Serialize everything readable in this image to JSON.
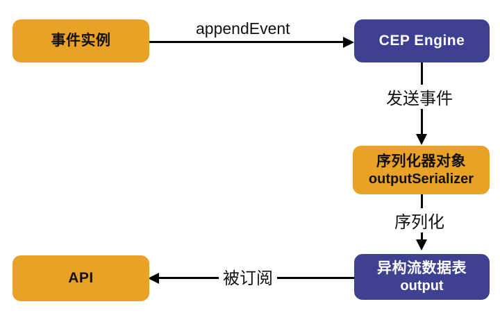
{
  "diagram": {
    "title": "CEP Engine event serialization flow",
    "background": "#ffffff",
    "colors": {
      "orange": "#e9a126",
      "blue": "#3e4191",
      "edge": "#000000",
      "orange_text": "#111111",
      "blue_text": "#ffffff"
    },
    "nodes": [
      {
        "id": "event-instance",
        "shape": "rounded-rectangle",
        "fill": "orange",
        "line1": "事件实例",
        "line2": ""
      },
      {
        "id": "cep-engine",
        "shape": "rounded-rectangle",
        "fill": "blue",
        "line1": "CEP Engine",
        "line2": ""
      },
      {
        "id": "output-serializer",
        "shape": "rounded-rectangle",
        "fill": "orange",
        "line1": "序列化器对象",
        "line2": "outputSerializer"
      },
      {
        "id": "output-table",
        "shape": "rounded-rectangle",
        "fill": "blue",
        "line1": "异构流数据表",
        "line2": "output"
      },
      {
        "id": "api",
        "shape": "rounded-rectangle",
        "fill": "orange",
        "line1": "API",
        "line2": ""
      }
    ],
    "edges": [
      {
        "id": "append-event",
        "from": "event-instance",
        "to": "cep-engine",
        "label": "appendEvent",
        "direction": "right"
      },
      {
        "id": "send-event",
        "from": "cep-engine",
        "to": "output-serializer",
        "label": "发送事件",
        "direction": "down"
      },
      {
        "id": "serialize",
        "from": "output-serializer",
        "to": "output-table",
        "label": "序列化",
        "direction": "down"
      },
      {
        "id": "subscribe",
        "from": "output-table",
        "to": "api",
        "label": "被订阅",
        "direction": "left"
      }
    ]
  }
}
